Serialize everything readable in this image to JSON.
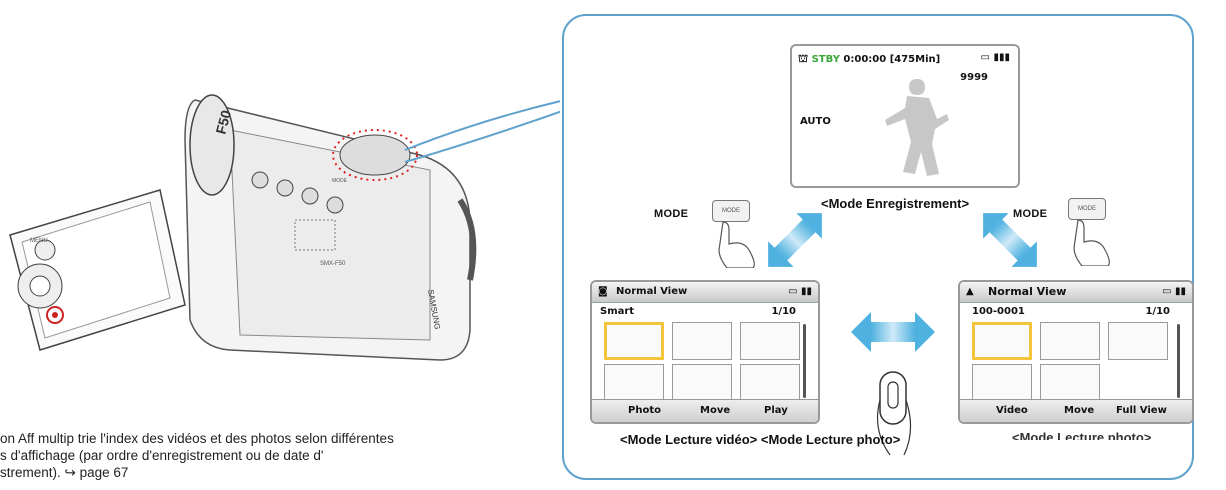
{
  "note_lines": [
    "on Aff multip trie l'index des vidéos et des photos selon différentes",
    "s d'affichage (par ordre d'enregistrement ou de date d'",
    "strement). ↪ page 67"
  ],
  "colors": {
    "callout_border": "#5fa2cc",
    "arrow": "#4fb1e0",
    "selected": "#f2c53d",
    "status_green": "#3aa838"
  },
  "camcorder": {
    "model_label": "SMX-F50",
    "brand": "SAMSUNG",
    "lens_marking": "F50",
    "screen_label": "MENU",
    "side_label": "MODE"
  },
  "record_screen": {
    "status": "STBY",
    "timecode": "0:00:00 [475Min]",
    "count": "9999",
    "auto_label": "AUTO",
    "caption": "<Mode Enregistrement>"
  },
  "mode_labels": {
    "left": "MODE",
    "right": "MODE",
    "button_text": "MODE"
  },
  "video_screen": {
    "title": "Normal View",
    "sub": "Smart",
    "page": "1/10",
    "footer": [
      "Photo",
      "Move",
      "Play"
    ],
    "caption_part1": "<Mode Lecture vidéo>",
    "caption_part2": "<Mode Lecture photo>"
  },
  "photo_screen": {
    "title": "Normal View",
    "folder": "100-0001",
    "page": "1/10",
    "footer": [
      "Video",
      "Move",
      "Full View"
    ],
    "caption": "<Mode Lecture photo>"
  }
}
